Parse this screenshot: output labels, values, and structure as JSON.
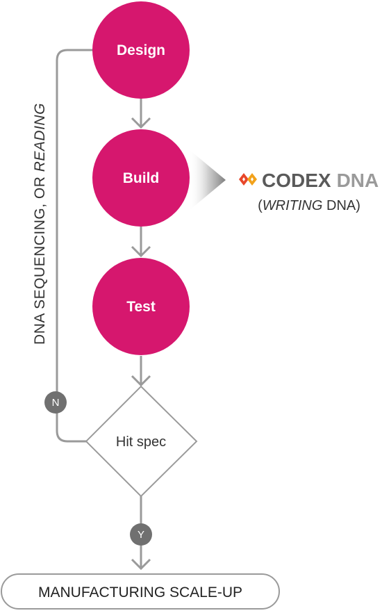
{
  "colors": {
    "step_fill": "#d6176e",
    "line": "#9a9a9a",
    "badge": "#707070",
    "text_dark": "#222222"
  },
  "steps": [
    {
      "label": "Design"
    },
    {
      "label": "Build"
    },
    {
      "label": "Test"
    }
  ],
  "decision": {
    "label": "Hit spec"
  },
  "badges": {
    "no": "N",
    "yes": "Y"
  },
  "terminal": {
    "label": "MANUFACTURING SCALE-UP"
  },
  "loop_label": {
    "prefix": "DNA SEQUENCING, OR ",
    "emphasis": "READING"
  },
  "brand": {
    "logo_icon": "codex-dna-logo-icon",
    "name_primary": "CODEX",
    "name_secondary": "DNA",
    "caption_open": "(",
    "caption_emphasis": "WRITING",
    "caption_rest": " DNA)"
  }
}
